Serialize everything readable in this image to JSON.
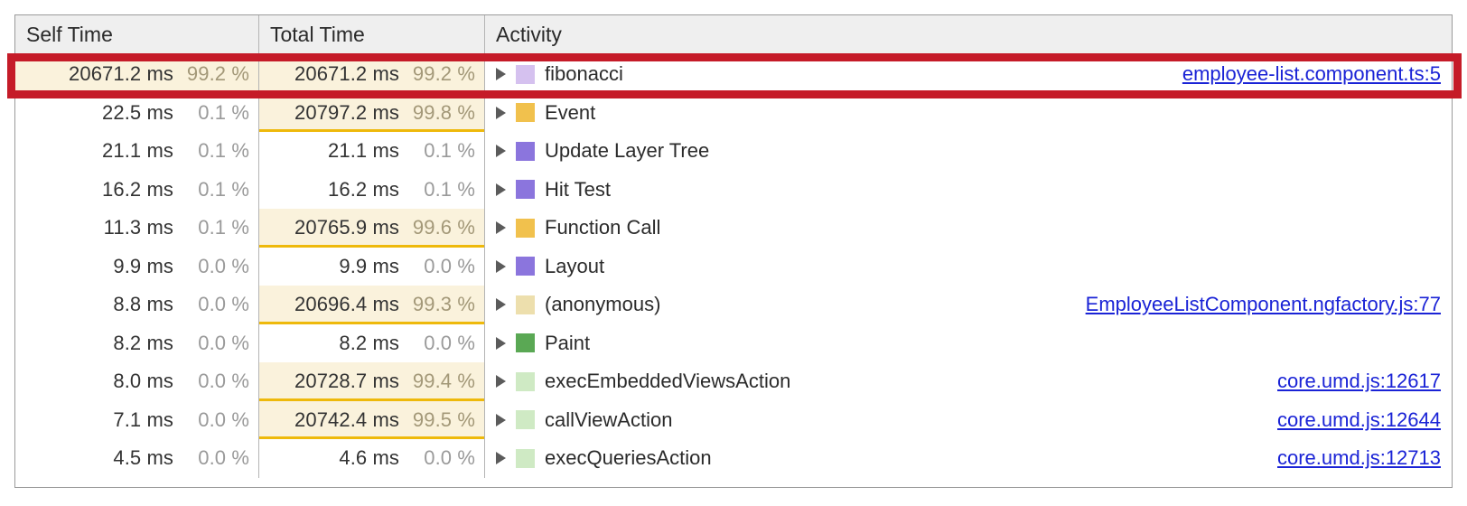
{
  "panel": {
    "name": "bottom-up-call-tree",
    "columns": [
      {
        "key": "self",
        "label": "Self Time"
      },
      {
        "key": "total",
        "label": "Total Time"
      },
      {
        "key": "activity",
        "label": "Activity"
      }
    ]
  },
  "highlight": {
    "color": "#c51b28",
    "target_row_index": 0
  },
  "colors": {
    "bar_fill": "#faf2dc",
    "bar_underline": "#eeb90b",
    "link": "#1a23d6",
    "header_bg": "#efefef",
    "grid": "#b4b4b4",
    "swatch_scripting_light": "#d5c1ef",
    "swatch_loading_gold": "#f1c14d",
    "swatch_rendering_purple": "#8b75dd",
    "swatch_anonymous_khaki": "#eddfad",
    "swatch_painting_green": "#5aa854",
    "swatch_scripting_pale_green": "#cfeac4"
  },
  "rows": [
    {
      "self_time": "20671.2 ms",
      "self_pct": "99.2 %",
      "self_bar": 100,
      "total_time": "20671.2 ms",
      "total_pct": "99.2 %",
      "total_bar": 100,
      "activity": "fibonacci",
      "swatch": "#d5c1ef",
      "source": "employee-list.component.ts:5",
      "highlighted": true
    },
    {
      "self_time": "22.5 ms",
      "self_pct": "0.1 %",
      "self_bar": 0,
      "total_time": "20797.2 ms",
      "total_pct": "99.8 %",
      "total_bar": 100,
      "activity": "Event",
      "swatch": "#f1c14d",
      "source": "",
      "highlighted": false
    },
    {
      "self_time": "21.1 ms",
      "self_pct": "0.1 %",
      "self_bar": 0,
      "total_time": "21.1 ms",
      "total_pct": "0.1 %",
      "total_bar": 0,
      "activity": "Update Layer Tree",
      "swatch": "#8b75dd",
      "source": "",
      "highlighted": false
    },
    {
      "self_time": "16.2 ms",
      "self_pct": "0.1 %",
      "self_bar": 0,
      "total_time": "16.2 ms",
      "total_pct": "0.1 %",
      "total_bar": 0,
      "activity": "Hit Test",
      "swatch": "#8b75dd",
      "source": "",
      "highlighted": false
    },
    {
      "self_time": "11.3 ms",
      "self_pct": "0.1 %",
      "self_bar": 0,
      "total_time": "20765.9 ms",
      "total_pct": "99.6 %",
      "total_bar": 100,
      "activity": "Function Call",
      "swatch": "#f1c14d",
      "source": "",
      "highlighted": false
    },
    {
      "self_time": "9.9 ms",
      "self_pct": "0.0 %",
      "self_bar": 0,
      "total_time": "9.9 ms",
      "total_pct": "0.0 %",
      "total_bar": 0,
      "activity": "Layout",
      "swatch": "#8b75dd",
      "source": "",
      "highlighted": false
    },
    {
      "self_time": "8.8 ms",
      "self_pct": "0.0 %",
      "self_bar": 0,
      "total_time": "20696.4 ms",
      "total_pct": "99.3 %",
      "total_bar": 100,
      "activity": "(anonymous)",
      "swatch": "#eddfad",
      "source": "EmployeeListComponent.ngfactory.js:77",
      "highlighted": false
    },
    {
      "self_time": "8.2 ms",
      "self_pct": "0.0 %",
      "self_bar": 0,
      "total_time": "8.2 ms",
      "total_pct": "0.0 %",
      "total_bar": 0,
      "activity": "Paint",
      "swatch": "#5aa854",
      "source": "",
      "highlighted": false
    },
    {
      "self_time": "8.0 ms",
      "self_pct": "0.0 %",
      "self_bar": 0,
      "total_time": "20728.7 ms",
      "total_pct": "99.4 %",
      "total_bar": 100,
      "activity": "execEmbeddedViewsAction",
      "swatch": "#cfeac4",
      "source": "core.umd.js:12617",
      "highlighted": false
    },
    {
      "self_time": "7.1 ms",
      "self_pct": "0.0 %",
      "self_bar": 0,
      "total_time": "20742.4 ms",
      "total_pct": "99.5 %",
      "total_bar": 100,
      "activity": "callViewAction",
      "swatch": "#cfeac4",
      "source": "core.umd.js:12644",
      "highlighted": false
    },
    {
      "self_time": "4.5 ms",
      "self_pct": "0.0 %",
      "self_bar": 0,
      "total_time": "4.6 ms",
      "total_pct": "0.0 %",
      "total_bar": 0,
      "activity": "execQueriesAction",
      "swatch": "#cfeac4",
      "source": "core.umd.js:12713",
      "highlighted": false
    }
  ]
}
